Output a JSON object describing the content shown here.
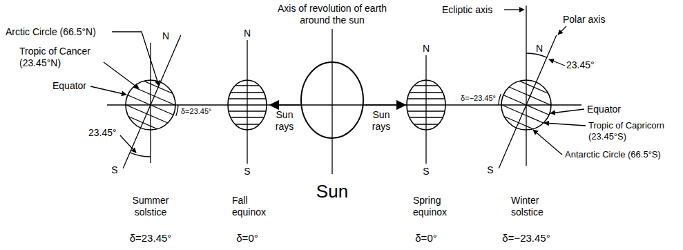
{
  "diagram": {
    "labels": [
      "Axis of revolution of earth around the sun",
      "Arctic Circle (66.5°N)",
      "Tropic of Cancer (23.45°N)",
      "Equator",
      "N",
      "δ=23.45°",
      "23.45°",
      "S",
      "Summer solstice",
      "N",
      "S",
      "Fall equinox",
      "Sun rays",
      "Sun",
      "Sun rays",
      "N",
      "S",
      "Spring equinox",
      "Ecliptic axis",
      "Polar axis",
      "N",
      "23.45°",
      "δ=−23.45°",
      "Equator",
      "Tropic of Capricorn (23.45°S)",
      "Antarctic Circle (66.5°S)",
      "S",
      "Winter solstice",
      "δ=23.45°",
      "δ=0°",
      "δ=0°",
      "δ=−23.45°"
    ]
  }
}
